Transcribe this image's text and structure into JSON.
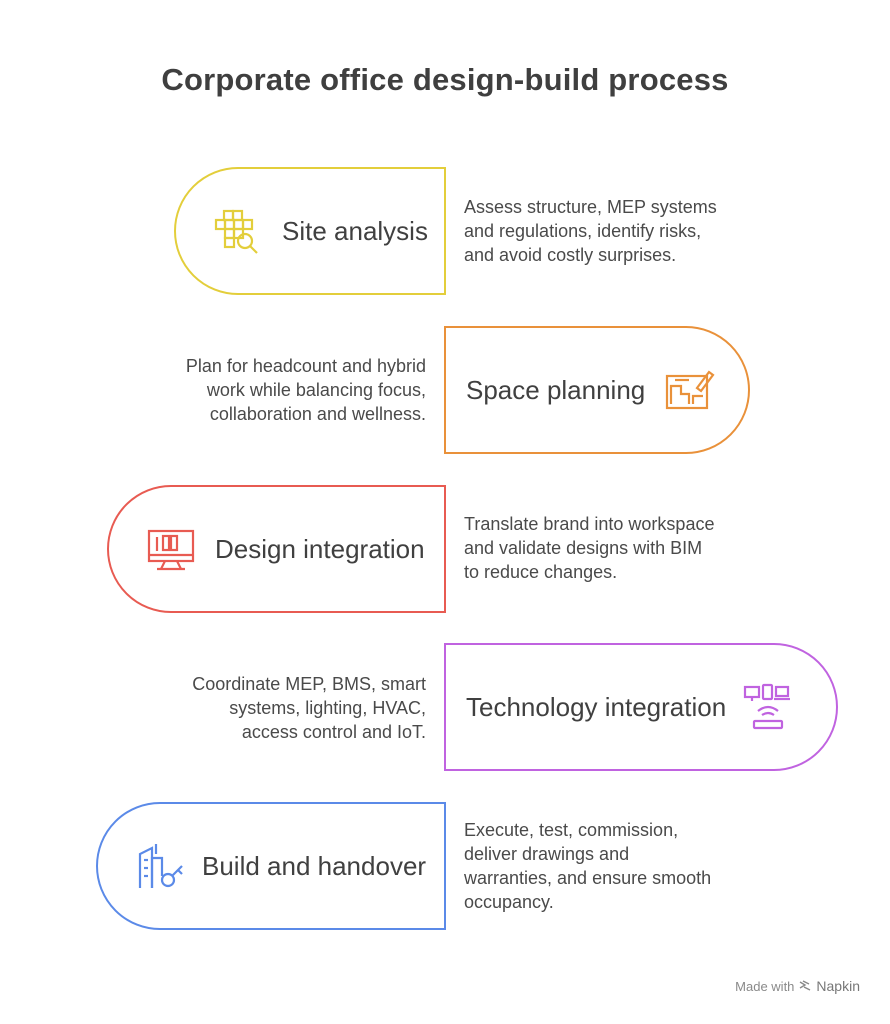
{
  "title": "Corporate office design-build process",
  "steps": [
    {
      "label": "Site analysis",
      "icon": "grid-search-icon",
      "color": "#E3CE3B",
      "desc": [
        "Assess structure, MEP systems",
        "and regulations, identify risks,",
        "and avoid costly surprises."
      ]
    },
    {
      "label": "Space planning",
      "icon": "floor-plan-pencil-icon",
      "color": "#E9913A",
      "desc": [
        "Plan for headcount and hybrid",
        "work while balancing focus,",
        "collaboration and wellness."
      ]
    },
    {
      "label": "Design integration",
      "icon": "monitor-design-icon",
      "color": "#E85B52",
      "desc": [
        "Translate brand into workspace",
        "and validate designs with BIM",
        "to reduce changes."
      ]
    },
    {
      "label": "Technology integration",
      "icon": "connected-devices-icon",
      "color": "#C063E0",
      "desc": [
        "Coordinate MEP, BMS, smart",
        "systems, lighting, HVAC,",
        "access control and IoT."
      ]
    },
    {
      "label": "Build and handover",
      "icon": "building-key-icon",
      "color": "#5B8AE8",
      "desc": [
        "Execute, test, commission,",
        "deliver drawings and",
        "warranties, and ensure smooth",
        "occupancy."
      ]
    }
  ],
  "footer": {
    "made_with": "Made with",
    "brand": "Napkin",
    "icon": "napkin-logo-icon"
  }
}
